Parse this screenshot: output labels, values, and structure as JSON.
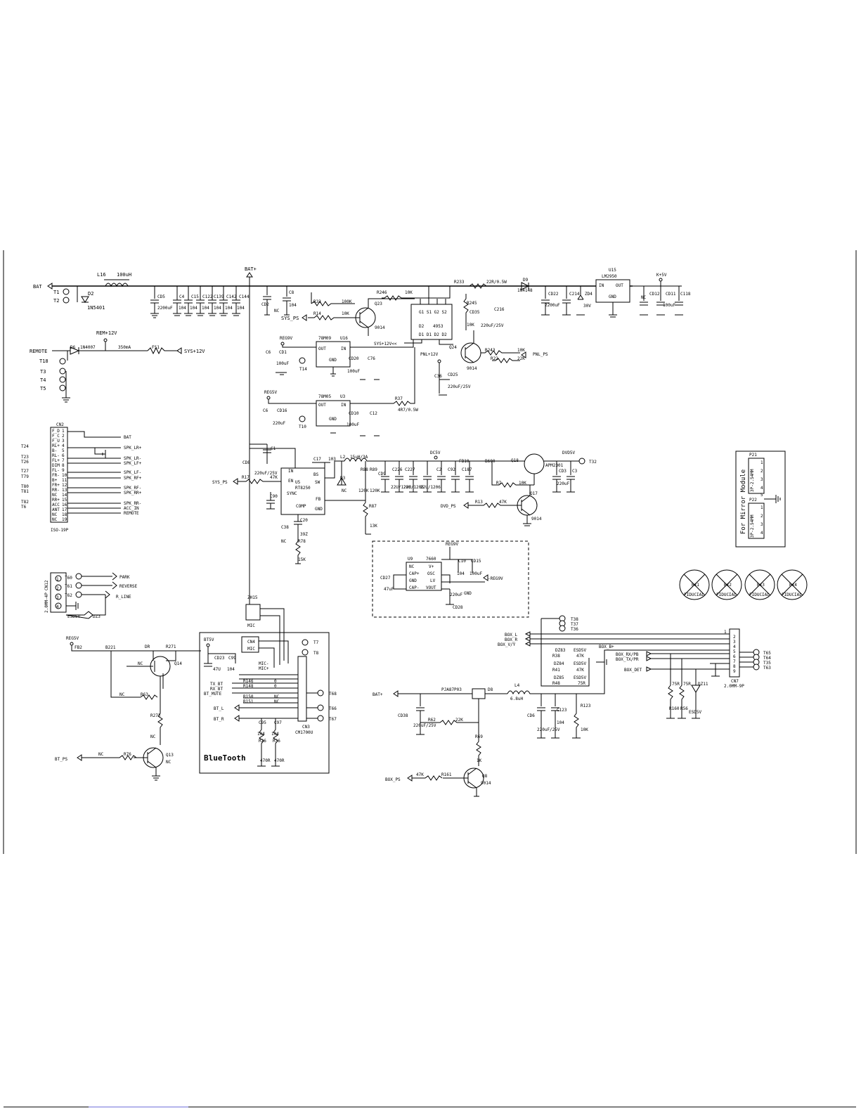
{
  "power_input": {
    "bat": "BAT",
    "t1": "T1",
    "t2": "T2",
    "d2": "D2",
    "d2_part": "1N5401",
    "l16": "L16",
    "l16_val": "100uH",
    "caps": [
      "CD5",
      "C4",
      "C15",
      "C122",
      "C139",
      "C142",
      "C144"
    ],
    "cap_vals": [
      "2200uF",
      "104",
      "104",
      "104",
      "104",
      "104",
      "104"
    ],
    "bat_plus": "BAT+",
    "c2": "CD2",
    "c8": "C8",
    "nc": "NC",
    "v104": "104"
  },
  "remote_block": {
    "rem12": "REM+12V",
    "remote": "REMOTE",
    "d6": "D6",
    "d6_part": "1N4007",
    "fuse": "350mA",
    "fs1": "FS1",
    "sys12": "SYS+12V",
    "t18": "T18",
    "t3": "T3",
    "t4": "T4",
    "t5": "T5"
  },
  "top_mid": {
    "r33": "R33",
    "r33v": "100K",
    "r14": "R14",
    "r14v": "10K",
    "sys_ps": "SYS_PS",
    "r246": "R246",
    "r246v": "10K",
    "q23": "Q23",
    "q23v": "9014",
    "u16": "U16",
    "u16_part": "78M09",
    "reg9v": "REG9V",
    "u3": "U3",
    "u3_part": "78M05",
    "reg5v": "REG5V",
    "out": "OUT",
    "in": "IN",
    "gnd": "GND",
    "c6": "C6",
    "cd1": "CD1",
    "cd16": "CD16",
    "cd20": "CD20",
    "c76": "C76",
    "cd10": "CD10",
    "c12": "C12",
    "v100u": "100uF",
    "v220u": "220uF",
    "t14": "T14",
    "t10": "T10",
    "r37": "R37",
    "r37v": "4R7/0.5W",
    "d2ic": "D2",
    "d2ic_part": "4953",
    "q24": "Q24",
    "q24v": "9014",
    "pnl12": "PNL+12V",
    "sys12b": "SYS+12V<<",
    "r243": "R243",
    "r243v": "10K",
    "r22": "R22",
    "r22v": "22K",
    "pnl_ps": "PNL_PS",
    "r245": "R245",
    "r245v": "10K",
    "cd35": "CD35",
    "c216": "C216",
    "v220_25": "220uF/25V",
    "c36": "C36",
    "cd25": "CD25",
    "r233": "R233",
    "r233v": "22R/0.5W",
    "d9": "D9",
    "d9_part": "1N4148",
    "cd22": "CD22",
    "v2200": "2200uF",
    "c214": "C214",
    "zd4": "ZD4",
    "v30v": "30V",
    "u15": "U15",
    "u15_part": "LM2950",
    "k5v": "K+5V",
    "cd12": "CD12",
    "cd11": "CD11",
    "c118": "C118"
  },
  "cn2": {
    "name": "CN2",
    "part": "ISO-19P",
    "pins": [
      "F_D",
      "F_C",
      "F_U",
      "RL+",
      "B-",
      "RL-",
      "FL+",
      "DIM",
      "FL-",
      "FR-",
      "B+",
      "FR+",
      "RR-",
      "NC",
      "RR+",
      "ACC",
      "ANT",
      "NC",
      "NC"
    ],
    "tps": [
      "T24",
      "T23",
      "T26",
      "T27",
      "T79",
      "T80",
      "T81",
      "T82",
      "T6"
    ],
    "nets": [
      "BAT",
      "SPK_LR+",
      "SPK_LR-",
      "SPK_LF+",
      "SPK_LF-",
      "SPK_RF+",
      "SPK_RF-",
      "SPK_RR+",
      "SPK_RR-",
      "ACC_IN",
      "REMOTE"
    ]
  },
  "dcdc": {
    "cd8": "CD8",
    "cd8v": "220uF/25V",
    "c1": "C1",
    "c17": "C17",
    "c17v": "103",
    "l2": "L2",
    "l2v": "15uH/3A",
    "u5": "U5",
    "u5_part": "RT8250",
    "pins": [
      "IN",
      "SYNC",
      "COMP",
      "FB",
      "SW",
      "BS",
      "EN",
      "GND"
    ],
    "r17": "R17",
    "r17v": "47K",
    "sys_ps": "SYS_PS",
    "d3": "D3",
    "c90": "C90",
    "c20": "C20",
    "c38": "C38",
    "v39z": "39Z",
    "r78": "R78",
    "v15k": "15K",
    "r88": "R88",
    "r89": "R89",
    "r87": "R87",
    "v120": "120K",
    "v13k": "13K",
    "cd9": "CD9",
    "c226": "C226",
    "c227": "C227",
    "c2": "C2",
    "c92": "C92",
    "c187": "C187",
    "v1206": "22U/1206",
    "dc5v": "DC5V",
    "fb10": "FB10",
    "b600": "B600",
    "q18": "Q18",
    "apm": "APM2301",
    "dvd5v": "DVD5V",
    "t32": "T32",
    "cd3": "CD3",
    "c3": "C3",
    "r7": "R7",
    "r7v": "10K",
    "q17": "Q17",
    "q17v": "9014",
    "r13": "R13",
    "r13v": "47K",
    "dvd_ps": "DVD_PS"
  },
  "neg_block": {
    "u9": "U9",
    "u9_part": "7660",
    "reg9v": "REG9V",
    "neg": "-REG9V",
    "pins_l": [
      "NC",
      "CAP+",
      "GND",
      "CAP-"
    ],
    "pins_r": [
      "V+",
      "OSC",
      "LV",
      "VOUT"
    ],
    "cd27": "CD27",
    "v47u": "47uF",
    "c10": "C10",
    "cd15": "CD15",
    "v104": "104",
    "v100": "100uF",
    "v220": "220uF",
    "gnd": "GND",
    "cd28": "CD28"
  },
  "mirror": {
    "p1": "P21",
    "p1v": "3P-2.54MM",
    "p2": "P22",
    "p2v": "3P-2.54MM",
    "label": "For Mirror Module"
  },
  "fiducials": [
    {
      "n": "Bx1",
      "l": "FIDUCIAL"
    },
    {
      "n": "Bx2",
      "l": "FIDUCIAL"
    },
    {
      "n": "Bx3",
      "l": "FIDUCIAL"
    },
    {
      "n": "Bx4",
      "l": "FIDUCIAL"
    }
  ],
  "cn12": {
    "name": "CN12",
    "part": "2.0MM-4P",
    "tps": [
      "T60",
      "T61",
      "T62"
    ],
    "nets": [
      "PARK",
      "REVERSE",
      "R_LINE"
    ],
    "esd": "ESD5V",
    "dz3": "DZ3"
  },
  "bt_power": {
    "reg5v": "REG5V",
    "fb2": "FB2",
    "b221": "B221",
    "dr": "DR",
    "r271": "R271",
    "nc": "NC",
    "q14": "Q14",
    "r63": "R63",
    "r273": "R273",
    "q13": "Q13",
    "r76": "R76",
    "bt_ps": "BT_PS"
  },
  "bluetooth": {
    "zh15": "ZH15",
    "mic": "MIC",
    "cn4": "CN4",
    "bt5v": "BT5V",
    "cd23": "CD23",
    "c99": "C99",
    "v47u": "47U",
    "v104": "104",
    "micm": "MIC-",
    "micp": "MIC+",
    "tx": "TX_BT",
    "rx": "RX_BT",
    "mute": "BT_MUTE",
    "btl": "BT_L",
    "btr": "BT_R",
    "r146": "R146",
    "r148": "R148",
    "r150": "R150",
    "r151": "R151",
    "v0": "0",
    "nc": "NC",
    "cn3": "CN3",
    "cn3_part": "CM1700U",
    "t7": "T7",
    "t8": "T8",
    "t68": "T68",
    "t66": "T66",
    "t67": "T67",
    "c95": "C95",
    "c97": "C97",
    "r26": "R26",
    "r36": "R36",
    "v470r": "470R",
    "title": "BlueTooth"
  },
  "box": {
    "bat": "BAT+",
    "pja": "PJA87P03",
    "d8": "D8",
    "l4": "L4",
    "l4v": "6.8uH",
    "box_b": "BOX_B+",
    "cd38": "CD38",
    "cd38v": "220uF/25V",
    "cd6": "CD6",
    "cd6v": "220uF/25V",
    "c123": "C123",
    "v104": "104",
    "r123": "R123",
    "v10k": "10K",
    "r62": "R62",
    "r62v": "22K",
    "r69": "R69",
    "r69v": "1K",
    "q8": "Q8",
    "q8v": "9014",
    "r161": "R161",
    "r161v": "47K",
    "box_ps": "BOX_PS",
    "box_l": "BOX_L",
    "box_r": "BOX_R",
    "box_vy": "BOX_V/Y",
    "t38": "T38",
    "t37": "T37",
    "t36": "T36",
    "dz83": "DZ83",
    "dz84": "DZ84",
    "dz85": "DZ85",
    "esd": "ESD5V",
    "r38": "R38",
    "r41": "R41",
    "r48": "R48",
    "v47k": "47K",
    "v75r": "75R",
    "rx": "BOX_RX/PB",
    "tx": "BOX_TX/PR",
    "det": "BOX_DET",
    "t65": "T65",
    "t64": "T64",
    "t35": "T35",
    "t63": "T63",
    "cn7": "CN7",
    "cn7_part": "2.0MM-9P",
    "r160": "R160",
    "r56": "R56",
    "dz11": "DZ11"
  }
}
